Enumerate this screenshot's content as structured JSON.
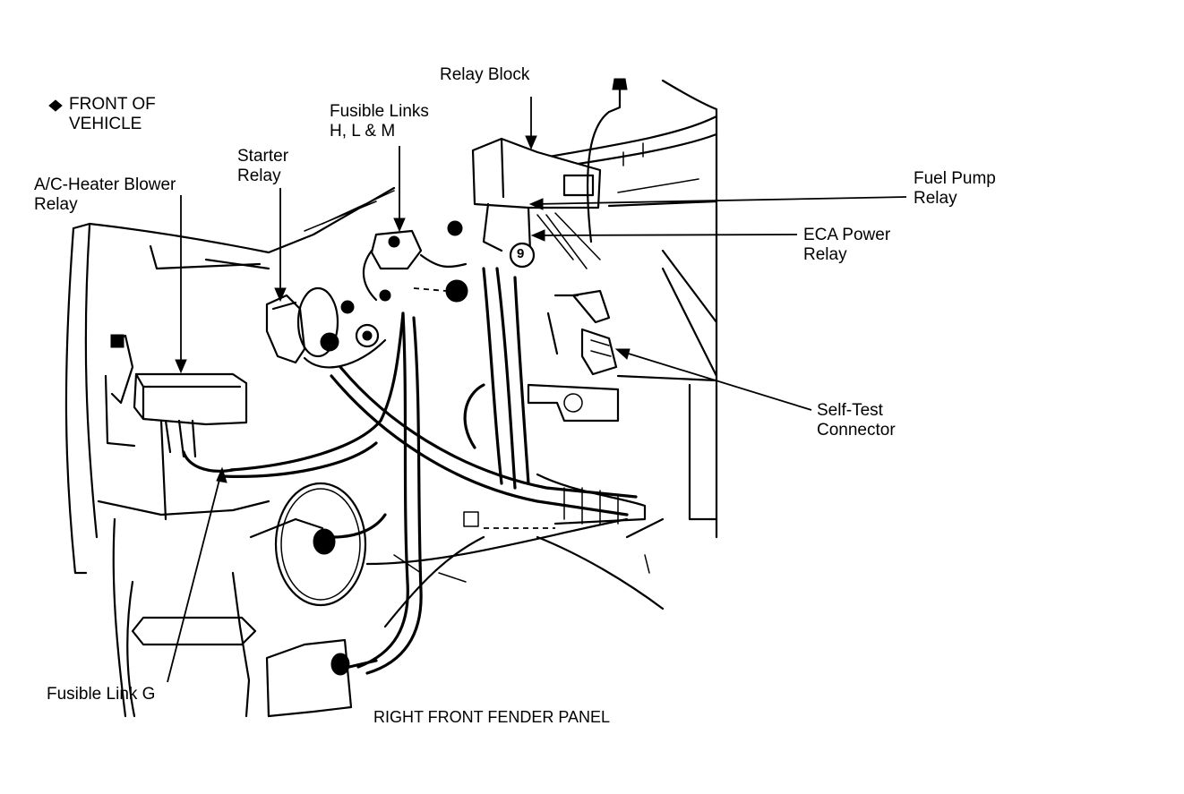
{
  "labels": {
    "front_of_vehicle_line1": "FRONT OF",
    "front_of_vehicle_line2": "VEHICLE",
    "relay_block": "Relay Block",
    "fusible_links_line1": "Fusible Links",
    "fusible_links_line2": "H, L & M",
    "starter_relay_line1": "Starter",
    "starter_relay_line2": "Relay",
    "ac_heater_line1": "A/C-Heater Blower",
    "ac_heater_line2": "Relay",
    "fuel_pump_line1": "Fuel Pump",
    "fuel_pump_line2": "Relay",
    "eca_power_line1": "ECA Power",
    "eca_power_line2": "Relay",
    "self_test_line1": "Self-Test",
    "self_test_line2": "Connector",
    "fusible_link_g": "Fusible Link G",
    "fender_panel": "RIGHT FRONT FENDER PANEL",
    "relay_number": "9"
  },
  "colors": {
    "ink": "#000000",
    "paper": "#ffffff"
  },
  "icons": {
    "front_marker": "front-direction-arrow-icon"
  }
}
